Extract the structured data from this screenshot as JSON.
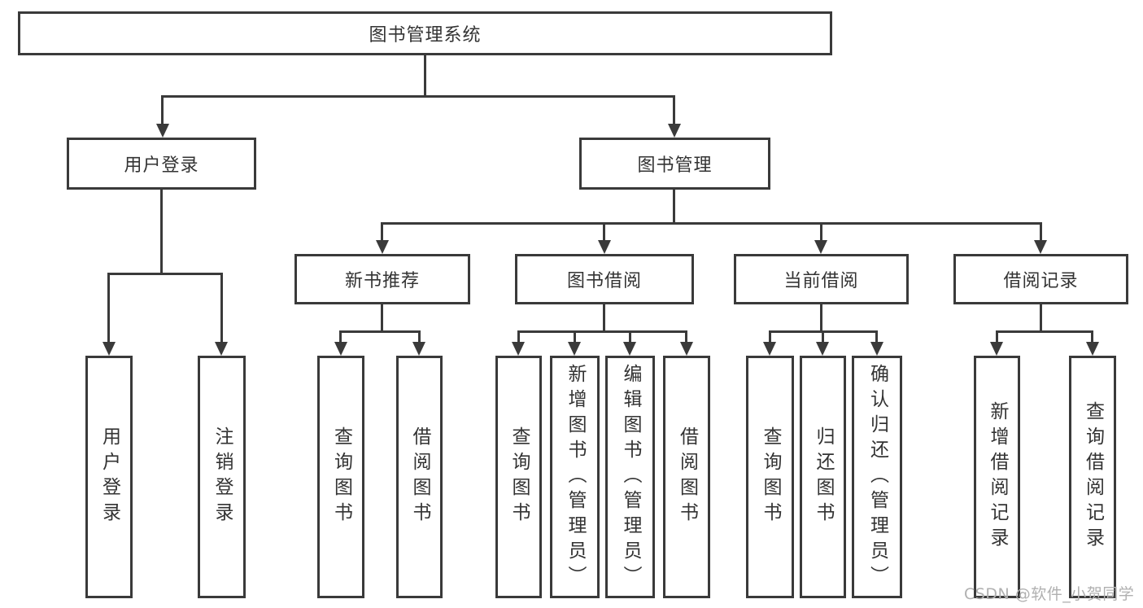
{
  "tree": {
    "root": {
      "label": "图书管理系统"
    },
    "branches": [
      {
        "label": "用户登录",
        "children": [
          {
            "label": "用户登录"
          },
          {
            "label": "注销登录"
          }
        ]
      },
      {
        "label": "图书管理",
        "sections": [
          {
            "label": "新书推荐",
            "children": [
              {
                "label": "查询图书"
              },
              {
                "label": "借阅图书"
              }
            ]
          },
          {
            "label": "图书借阅",
            "children": [
              {
                "label": "查询图书"
              },
              {
                "label": "新增图书（管理员）"
              },
              {
                "label": "编辑图书（管理员）"
              },
              {
                "label": "借阅图书"
              }
            ]
          },
          {
            "label": "当前借阅",
            "children": [
              {
                "label": "查询图书"
              },
              {
                "label": "归还图书"
              },
              {
                "label": "确认归还（管理员）"
              }
            ]
          },
          {
            "label": "借阅记录",
            "children": [
              {
                "label": "新增借阅记录"
              },
              {
                "label": "查询借阅记录"
              }
            ]
          }
        ]
      }
    ]
  },
  "watermark": "CSDN @软件_小贺同学",
  "colors": {
    "line": "#3a3a3a",
    "box_border": "#3a3a3a",
    "background": "#ffffff",
    "text": "#333333",
    "watermark": "#b0b0b0"
  }
}
